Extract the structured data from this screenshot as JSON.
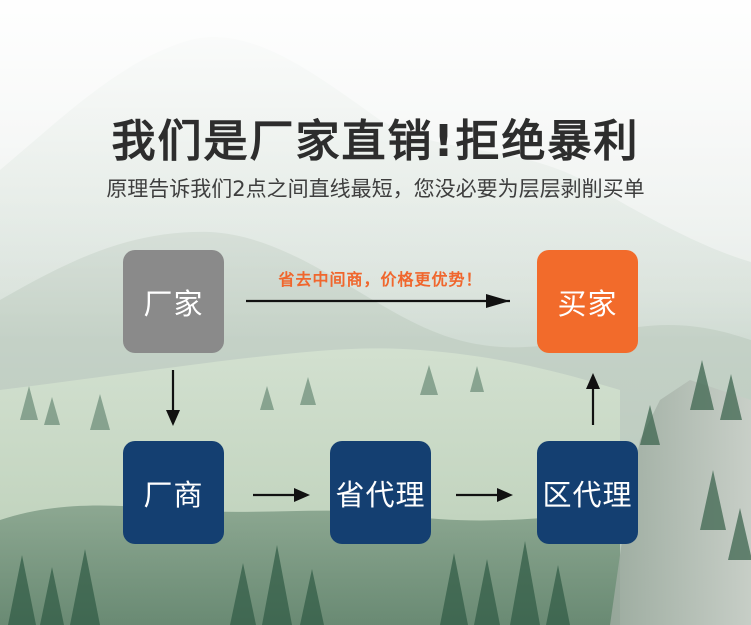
{
  "header": {
    "title": "我们是厂家直销!拒绝暴利",
    "subtitle": "原理告诉我们2点之间直线最短，您没必要为层层剥削买单"
  },
  "diagram": {
    "nodes": {
      "factory": "厂家",
      "buyer": "买家",
      "vendor": "厂商",
      "province_agent": "省代理",
      "district_agent": "区代理"
    },
    "direct_arrow_label": "省去中间商，价格更优势！"
  },
  "colors": {
    "title": "#2d2d2d",
    "subtitle": "#3e3e3e",
    "factory_box": "#8a8a8a",
    "buyer_box": "#f26b2b",
    "agent_box": "#143f71",
    "arrow_label": "#f0662d",
    "arrow": "#111111"
  }
}
